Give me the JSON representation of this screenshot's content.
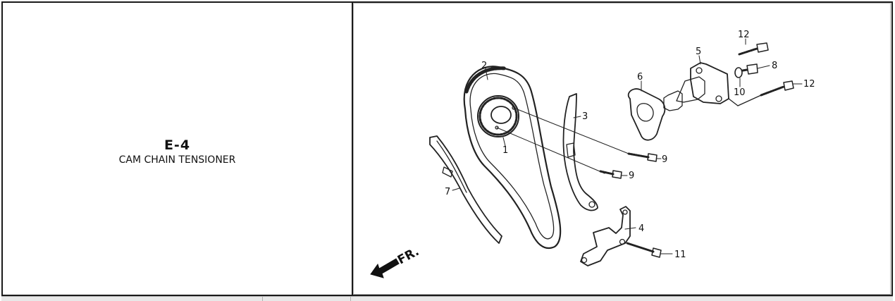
{
  "section": {
    "code": "E-4",
    "name": "CAM CHAIN TENSIONER"
  },
  "diagram": {
    "callouts": [
      "1",
      "2",
      "3",
      "4",
      "5",
      "6",
      "7",
      "8",
      "9",
      "9",
      "10",
      "11",
      "12",
      "12"
    ],
    "direction_label": "FR."
  }
}
